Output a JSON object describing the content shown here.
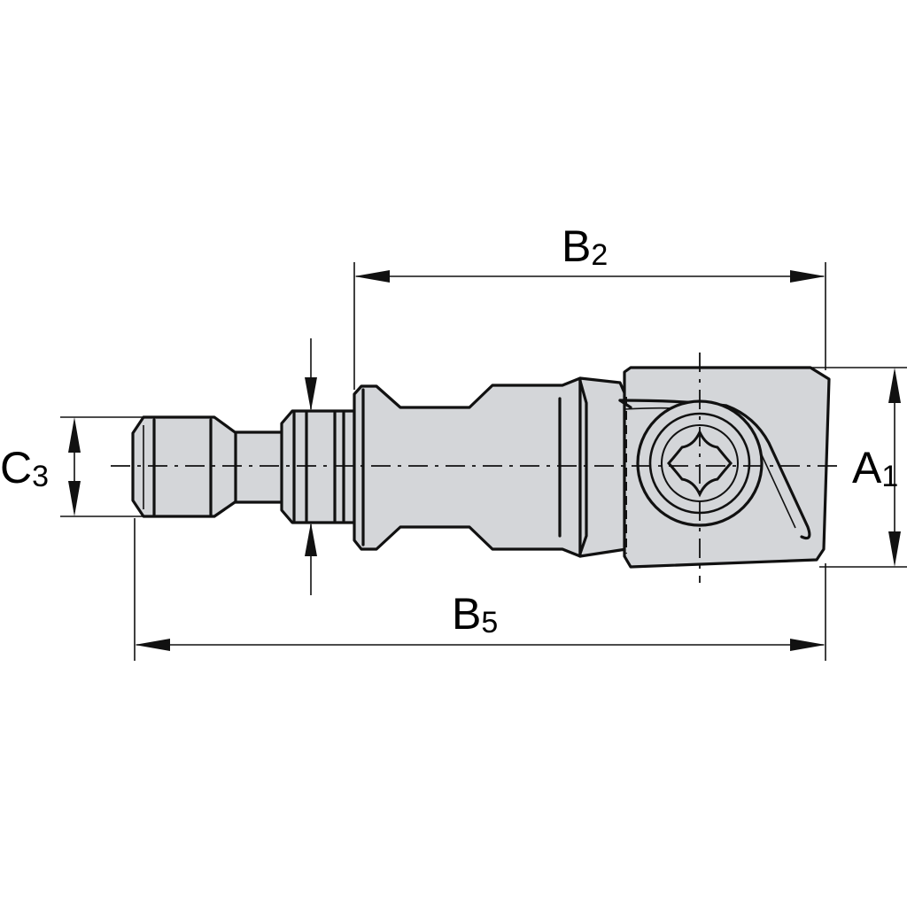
{
  "diagram": {
    "colors": {
      "part_fill": "#d4d6d9",
      "line": "#111111",
      "background": "#ffffff"
    },
    "dimensions": [
      {
        "id": "B2",
        "letter": "B",
        "sub": "2"
      },
      {
        "id": "B5",
        "letter": "B",
        "sub": "5"
      },
      {
        "id": "A1",
        "letter": "A",
        "sub": "1"
      },
      {
        "id": "C3",
        "letter": "C",
        "sub": "3"
      }
    ],
    "icons": [
      "torx-screw-icon"
    ]
  }
}
